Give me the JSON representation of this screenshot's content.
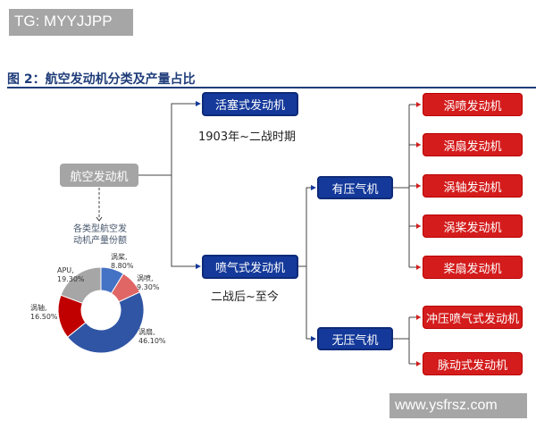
{
  "watermark_top": "TG: MYYJJPP",
  "watermark_bottom": "www.ysfrsz.com",
  "title": "图 2：航空发动机分类及产量占比",
  "root": "航空发动机",
  "piston": {
    "label": "活塞式发动机",
    "period": "1903年~二战时期"
  },
  "jet": {
    "label": "喷气式发动机",
    "period": "二战后~至今"
  },
  "with_compressor": {
    "label": "有压气机",
    "children": [
      "涡喷发动机",
      "涡扇发动机",
      "涡轴发动机",
      "涡桨发动机",
      "桨扇发动机"
    ]
  },
  "without_compressor": {
    "label": "无压气机",
    "children": [
      "冲压喷气式发动机",
      "脉动式发动机"
    ]
  },
  "pie_caption": [
    "各类型航空发",
    "动机产量份额"
  ],
  "chart_data": {
    "type": "pie",
    "donut": true,
    "slices": [
      {
        "name": "涡桨",
        "value": 8.8,
        "label": "8.80%",
        "color": "#4472c4"
      },
      {
        "name": "涡喷",
        "value": 9.3,
        "label": "9.30%",
        "color": "#e06666"
      },
      {
        "name": "涡扇",
        "value": 46.1,
        "label": "46.10%",
        "color": "#2f55a4"
      },
      {
        "name": "涡轴",
        "value": 16.5,
        "label": "16.50%",
        "color": "#c00000"
      },
      {
        "name": "APU",
        "value": 19.3,
        "label": "19.30%",
        "color": "#a6a6a6"
      }
    ]
  },
  "colors": {
    "blue_box": "#14399a",
    "red_box": "#d41c1c",
    "gray_box": "#a5a5a5"
  }
}
